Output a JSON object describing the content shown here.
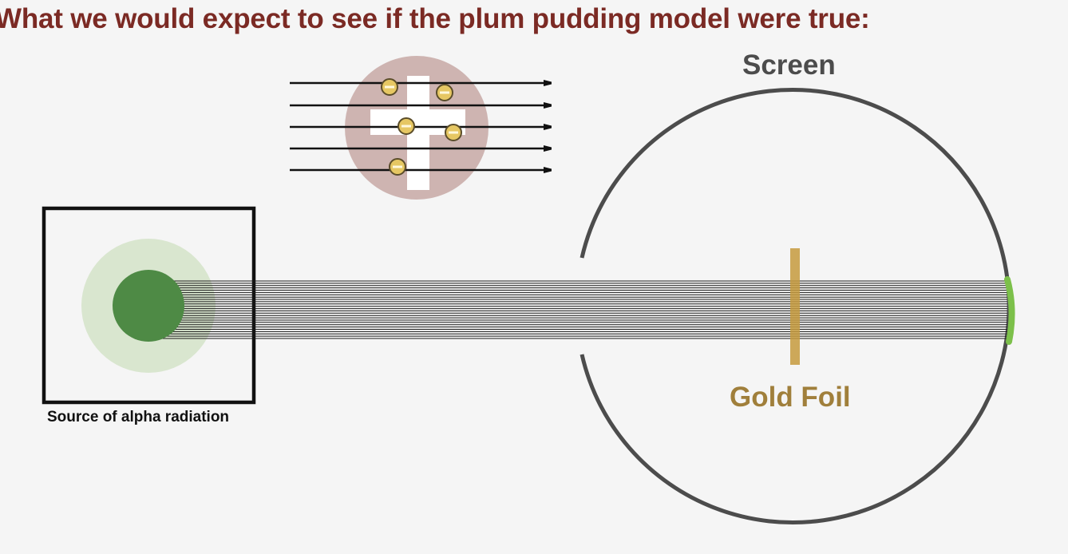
{
  "title": "What we would expect to see if the plum pudding model were true:",
  "labels": {
    "screen": "Screen",
    "gold_foil": "Gold Foil",
    "source": "Source of alpha radiation"
  },
  "colors": {
    "background": "#f5f5f5",
    "title": "#7b2a24",
    "screen_ring": "#4c4c4c",
    "gold_foil": "#c59a3d",
    "gold_foil_label": "#a07f3b",
    "source_core": "#4e8a45",
    "source_glow": "#d9e6cf",
    "atom_body": "#c7a8a4",
    "positive_charge": "#ffffff",
    "electron": "#e6c763",
    "screen_hit": "#7cc04a"
  },
  "icons": {
    "positive_charge": "plus-sign",
    "electron": "minus-sign-bead",
    "beam_direction": "arrow-right"
  }
}
